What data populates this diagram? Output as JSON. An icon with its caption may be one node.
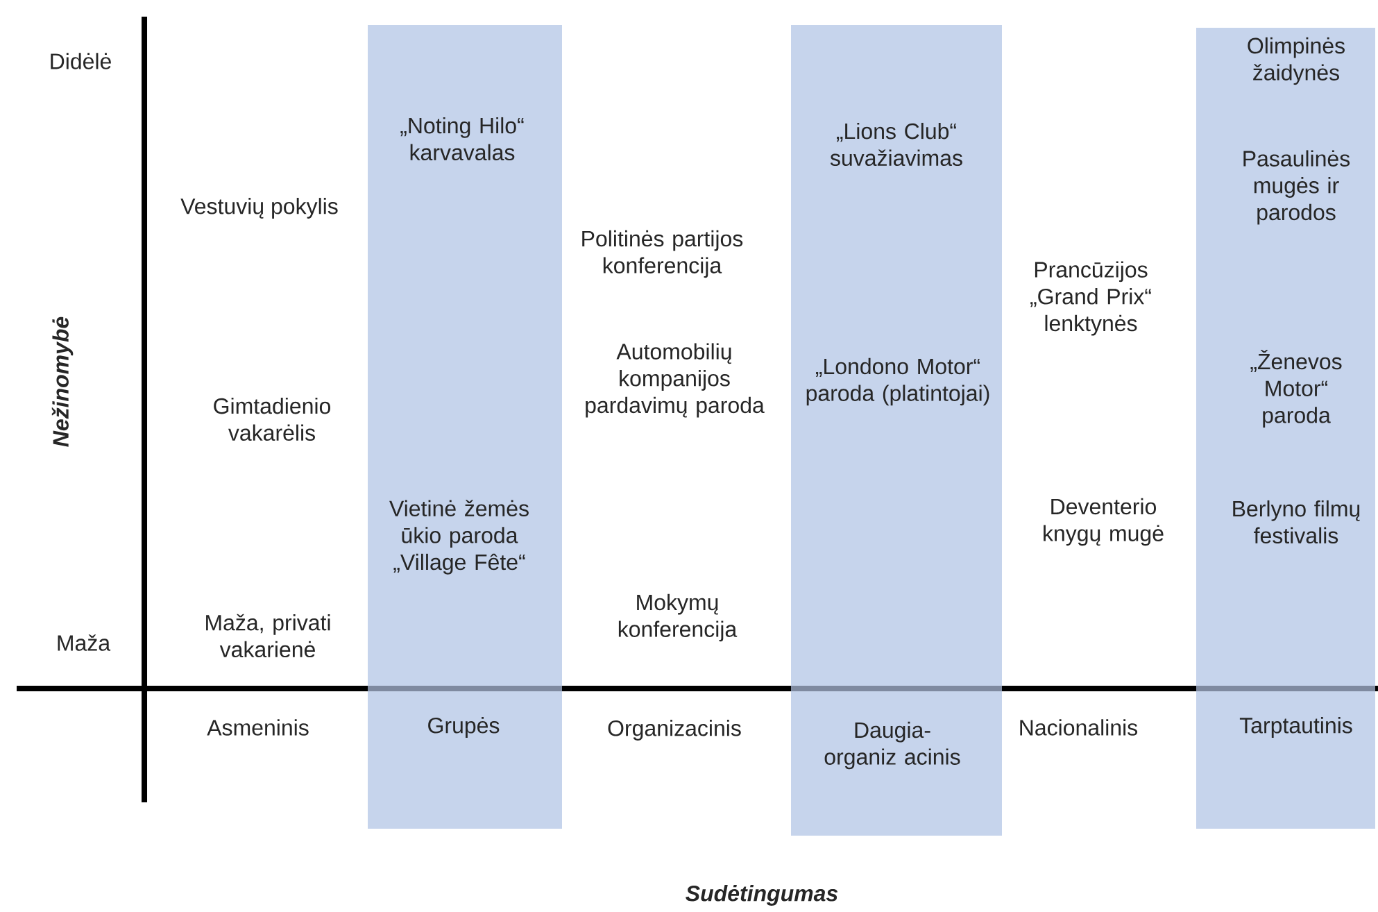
{
  "diagram": {
    "nodes": [
      {
        "text": [
          "„Noting Hilo“ karvavalas",
          "Vietinė žemės ūkio paroda „Village Fête“",
          "Grupės"
        ]
      },
      {
        "text": [
          "„Lions Club“ suvažiavimas",
          "„Londono Motor“ paroda (platintojai)",
          "Daugia-organiz acinis"
        ]
      },
      {
        "text": [
          "Olimpinės žaidynės",
          "Pasaulinės mugės ir parodos",
          "„Ženevos Motor“ paroda",
          "Berlyno filmų festivalis",
          "Tarptautinis"
        ]
      }
    ],
    "labels": [
      "Didėlė",
      "Nežinomybė",
      "Vestuvių pokylis",
      "Gimtadienio vakarėlis",
      "Maža, privati vakarienė",
      "Maža",
      "Politinės partijos konferencija",
      "Automobilių kompanijos pardavimų paroda",
      "Mokymų konferencija",
      "Prancūzijos „Grand Prix“ lenktynės",
      "Deventerio knygų mugė",
      "Asmeninis",
      "Organizacinis",
      "Nacionalinis",
      "Sudėtingumas"
    ]
  }
}
